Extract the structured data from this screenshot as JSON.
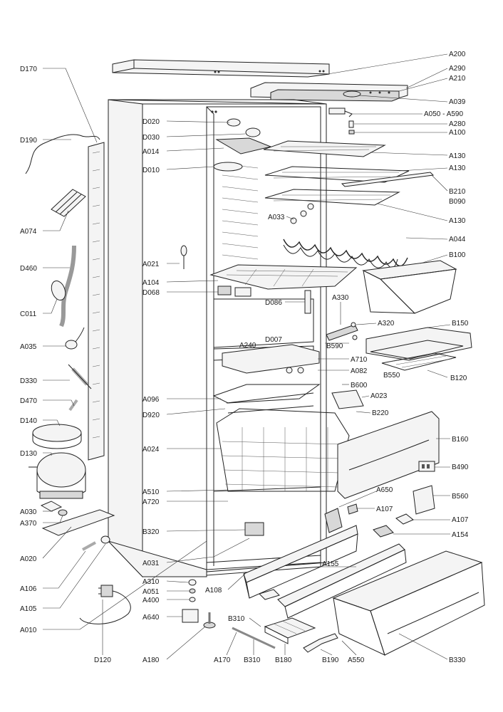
{
  "diagram": {
    "labels": [
      {
        "id": "A200",
        "text": "A200"
      },
      {
        "id": "A290",
        "text": "A290"
      },
      {
        "id": "A210",
        "text": "A210"
      },
      {
        "id": "A039",
        "text": "A039"
      },
      {
        "id": "A050-A590",
        "text": "A050 - A590"
      },
      {
        "id": "A280",
        "text": "A280"
      },
      {
        "id": "A100",
        "text": "A100"
      },
      {
        "id": "A130a",
        "text": "A130"
      },
      {
        "id": "A130b",
        "text": "A130"
      },
      {
        "id": "B210",
        "text": "B210"
      },
      {
        "id": "B090",
        "text": "B090"
      },
      {
        "id": "A130c",
        "text": "A130"
      },
      {
        "id": "A044",
        "text": "A044"
      },
      {
        "id": "B100",
        "text": "B100"
      },
      {
        "id": "A330",
        "text": "A330"
      },
      {
        "id": "A320",
        "text": "A320"
      },
      {
        "id": "B150",
        "text": "B150"
      },
      {
        "id": "B590",
        "text": "B590"
      },
      {
        "id": "A710",
        "text": "A710"
      },
      {
        "id": "A082",
        "text": "A082"
      },
      {
        "id": "B550",
        "text": "B550"
      },
      {
        "id": "B120",
        "text": "B120"
      },
      {
        "id": "B600",
        "text": "B600"
      },
      {
        "id": "A023",
        "text": "A023"
      },
      {
        "id": "B220",
        "text": "B220"
      },
      {
        "id": "B160",
        "text": "B160"
      },
      {
        "id": "B490",
        "text": "B490"
      },
      {
        "id": "A650",
        "text": "A650"
      },
      {
        "id": "B560",
        "text": "B560"
      },
      {
        "id": "A107a",
        "text": "A107"
      },
      {
        "id": "A107b",
        "text": "A107"
      },
      {
        "id": "A154",
        "text": "A154"
      },
      {
        "id": "A155",
        "text": "A155"
      },
      {
        "id": "D170",
        "text": "D170"
      },
      {
        "id": "D190",
        "text": "D190"
      },
      {
        "id": "A074",
        "text": "A074"
      },
      {
        "id": "D460",
        "text": "D460"
      },
      {
        "id": "C011",
        "text": "C011"
      },
      {
        "id": "A035",
        "text": "A035"
      },
      {
        "id": "D330",
        "text": "D330"
      },
      {
        "id": "D470",
        "text": "D470"
      },
      {
        "id": "D140",
        "text": "D140"
      },
      {
        "id": "D130",
        "text": "D130"
      },
      {
        "id": "A030",
        "text": "A030"
      },
      {
        "id": "A370",
        "text": "A370"
      },
      {
        "id": "A020",
        "text": "A020"
      },
      {
        "id": "A106",
        "text": "A106"
      },
      {
        "id": "A105",
        "text": "A105"
      },
      {
        "id": "A010",
        "text": "A010"
      },
      {
        "id": "D120",
        "text": "D120"
      },
      {
        "id": "D020",
        "text": "D020"
      },
      {
        "id": "D030",
        "text": "D030"
      },
      {
        "id": "A014",
        "text": "A014"
      },
      {
        "id": "D010",
        "text": "D010"
      },
      {
        "id": "A033",
        "text": "A033"
      },
      {
        "id": "A021",
        "text": "A021"
      },
      {
        "id": "A104",
        "text": "A104"
      },
      {
        "id": "D068",
        "text": "D068"
      },
      {
        "id": "D086",
        "text": "D086"
      },
      {
        "id": "A240",
        "text": "A240"
      },
      {
        "id": "D007",
        "text": "D007"
      },
      {
        "id": "A096",
        "text": "A096"
      },
      {
        "id": "D920",
        "text": "D920"
      },
      {
        "id": "A024",
        "text": "A024"
      },
      {
        "id": "A510",
        "text": "A510"
      },
      {
        "id": "A720",
        "text": "A720"
      },
      {
        "id": "B320",
        "text": "B320"
      },
      {
        "id": "A031",
        "text": "A031"
      },
      {
        "id": "A310",
        "text": "A310"
      },
      {
        "id": "A051",
        "text": "A051"
      },
      {
        "id": "A400",
        "text": "A400"
      },
      {
        "id": "A108",
        "text": "A108"
      },
      {
        "id": "A640",
        "text": "A640"
      },
      {
        "id": "B310a",
        "text": "B310"
      },
      {
        "id": "A180",
        "text": "A180"
      },
      {
        "id": "A170",
        "text": "A170"
      },
      {
        "id": "B310b",
        "text": "B310"
      },
      {
        "id": "B180",
        "text": "B180"
      },
      {
        "id": "B190",
        "text": "B190"
      },
      {
        "id": "A550",
        "text": "A550"
      },
      {
        "id": "B330",
        "text": "B330"
      }
    ]
  }
}
